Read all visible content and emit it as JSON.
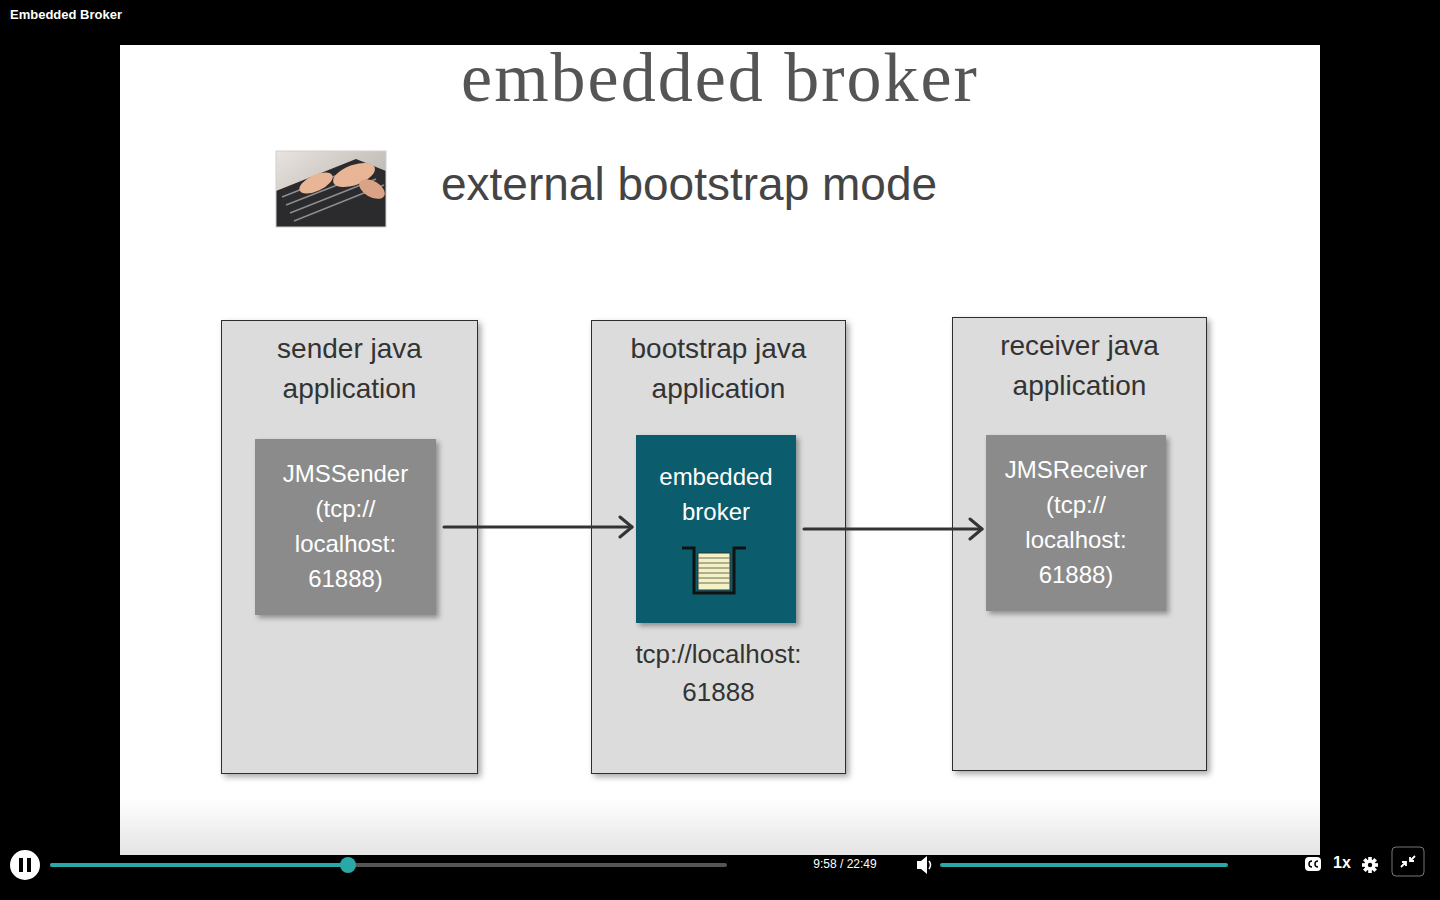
{
  "diagram": {
    "title": "embedded broker",
    "nodes": [
      {
        "text": [
          "sender java application"
        ]
      },
      {
        "text": [
          "JMSSender (tcp:// localhost: 61888)"
        ],
        "in": 0
      },
      {
        "text": [
          "bootstrap java application",
          "tcp://localhost: 61888"
        ]
      },
      {
        "text": [
          "embedded broker"
        ],
        "in": 2
      },
      {
        "text": [
          "receiver java application"
        ]
      },
      {
        "text": [
          "JMSReceiver (tcp:// localhost: 61888)"
        ],
        "in": 4
      }
    ],
    "edges": [
      {
        "from": 1,
        "to": 3,
        "arrow": "to"
      },
      {
        "from": 3,
        "to": 5,
        "arrow": "to"
      }
    ],
    "labels": [
      "Embedded Broker",
      "external bootstrap mode",
      "9:58 / 22:49",
      "1x"
    ]
  }
}
